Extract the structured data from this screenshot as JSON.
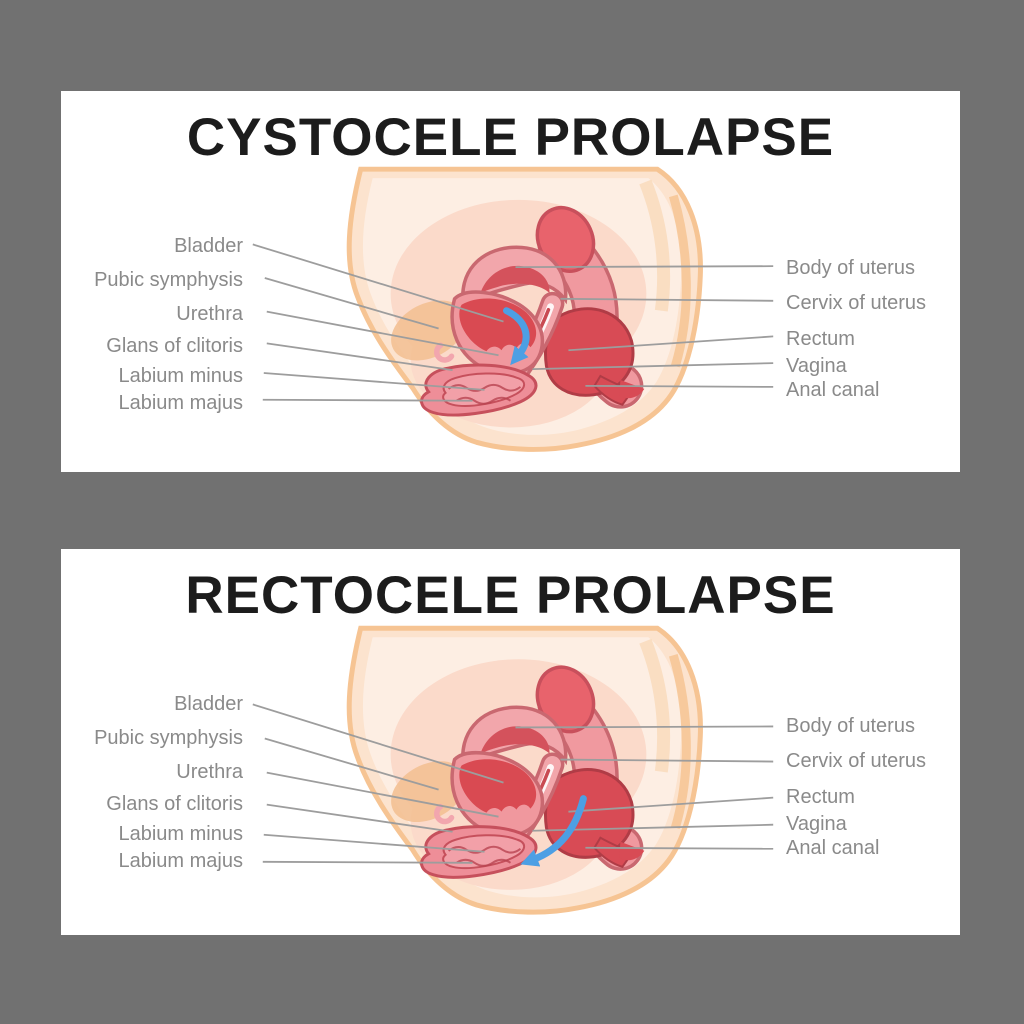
{
  "page": {
    "background_color": "#717171",
    "panel_background": "#ffffff",
    "title_color": "#1c1c1c",
    "label_color": "#8a8a8a",
    "leader_line_color": "#9d9d9d",
    "arrow_color": "#4D9FE4",
    "illustration_colors": {
      "skin_outline": "#F6C493",
      "skin_fill": "#FCE3CE",
      "skin_light": "#FDEEE3",
      "inner_pink": "#FBDACA",
      "organ_pink": "#F0999F",
      "organ_pink_light": "#F2A6AB",
      "organ_outline": "#C96870",
      "organ_red": "#D84B55",
      "organ_red_outline": "#B03C46",
      "pubic_symphysis_tan": "#F3C094"
    }
  },
  "panels": [
    {
      "title": "CYSTOCELE PROLAPSE",
      "left_labels": [
        "Bladder",
        "Pubic symphysis",
        "Urethra",
        "Glans of clitoris",
        "Labium minus",
        "Labium majus"
      ],
      "right_labels": [
        "Body of uterus",
        "Cervix of uterus",
        "Rectum",
        "Vagina",
        "Anal canal"
      ],
      "arrow": {
        "icon": "prolapse-direction-arrow",
        "meaning": "bladder bulging downward into vagina",
        "color": "#4D9FE4"
      }
    },
    {
      "title": "RECTOCELE PROLAPSE",
      "left_labels": [
        "Bladder",
        "Pubic symphysis",
        "Urethra",
        "Glans of clitoris",
        "Labium minus",
        "Labium majus"
      ],
      "right_labels": [
        "Body of uterus",
        "Cervix of uterus",
        "Rectum",
        "Vagina",
        "Anal canal"
      ],
      "arrow": {
        "icon": "prolapse-direction-arrow",
        "meaning": "rectum bulging forward toward vaginal opening",
        "color": "#4D9FE4"
      }
    }
  ]
}
